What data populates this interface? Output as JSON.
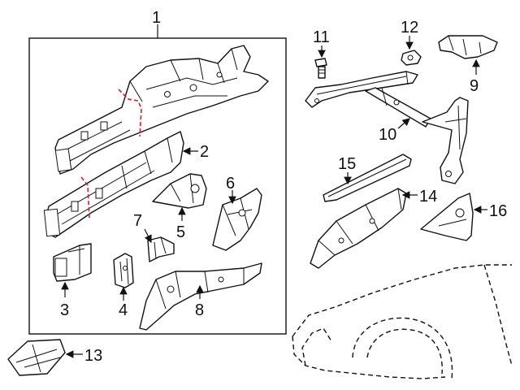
{
  "callouts": {
    "c1": "1",
    "c2": "2",
    "c3": "3",
    "c4": "4",
    "c5": "5",
    "c6": "6",
    "c7": "7",
    "c8": "8",
    "c9": "9",
    "c10": "10",
    "c11": "11",
    "c12": "12",
    "c13": "13",
    "c14": "14",
    "c15": "15",
    "c16": "16"
  },
  "colors": {
    "line": "#111111",
    "red_dash": "#d0202a",
    "background": "#ffffff"
  }
}
